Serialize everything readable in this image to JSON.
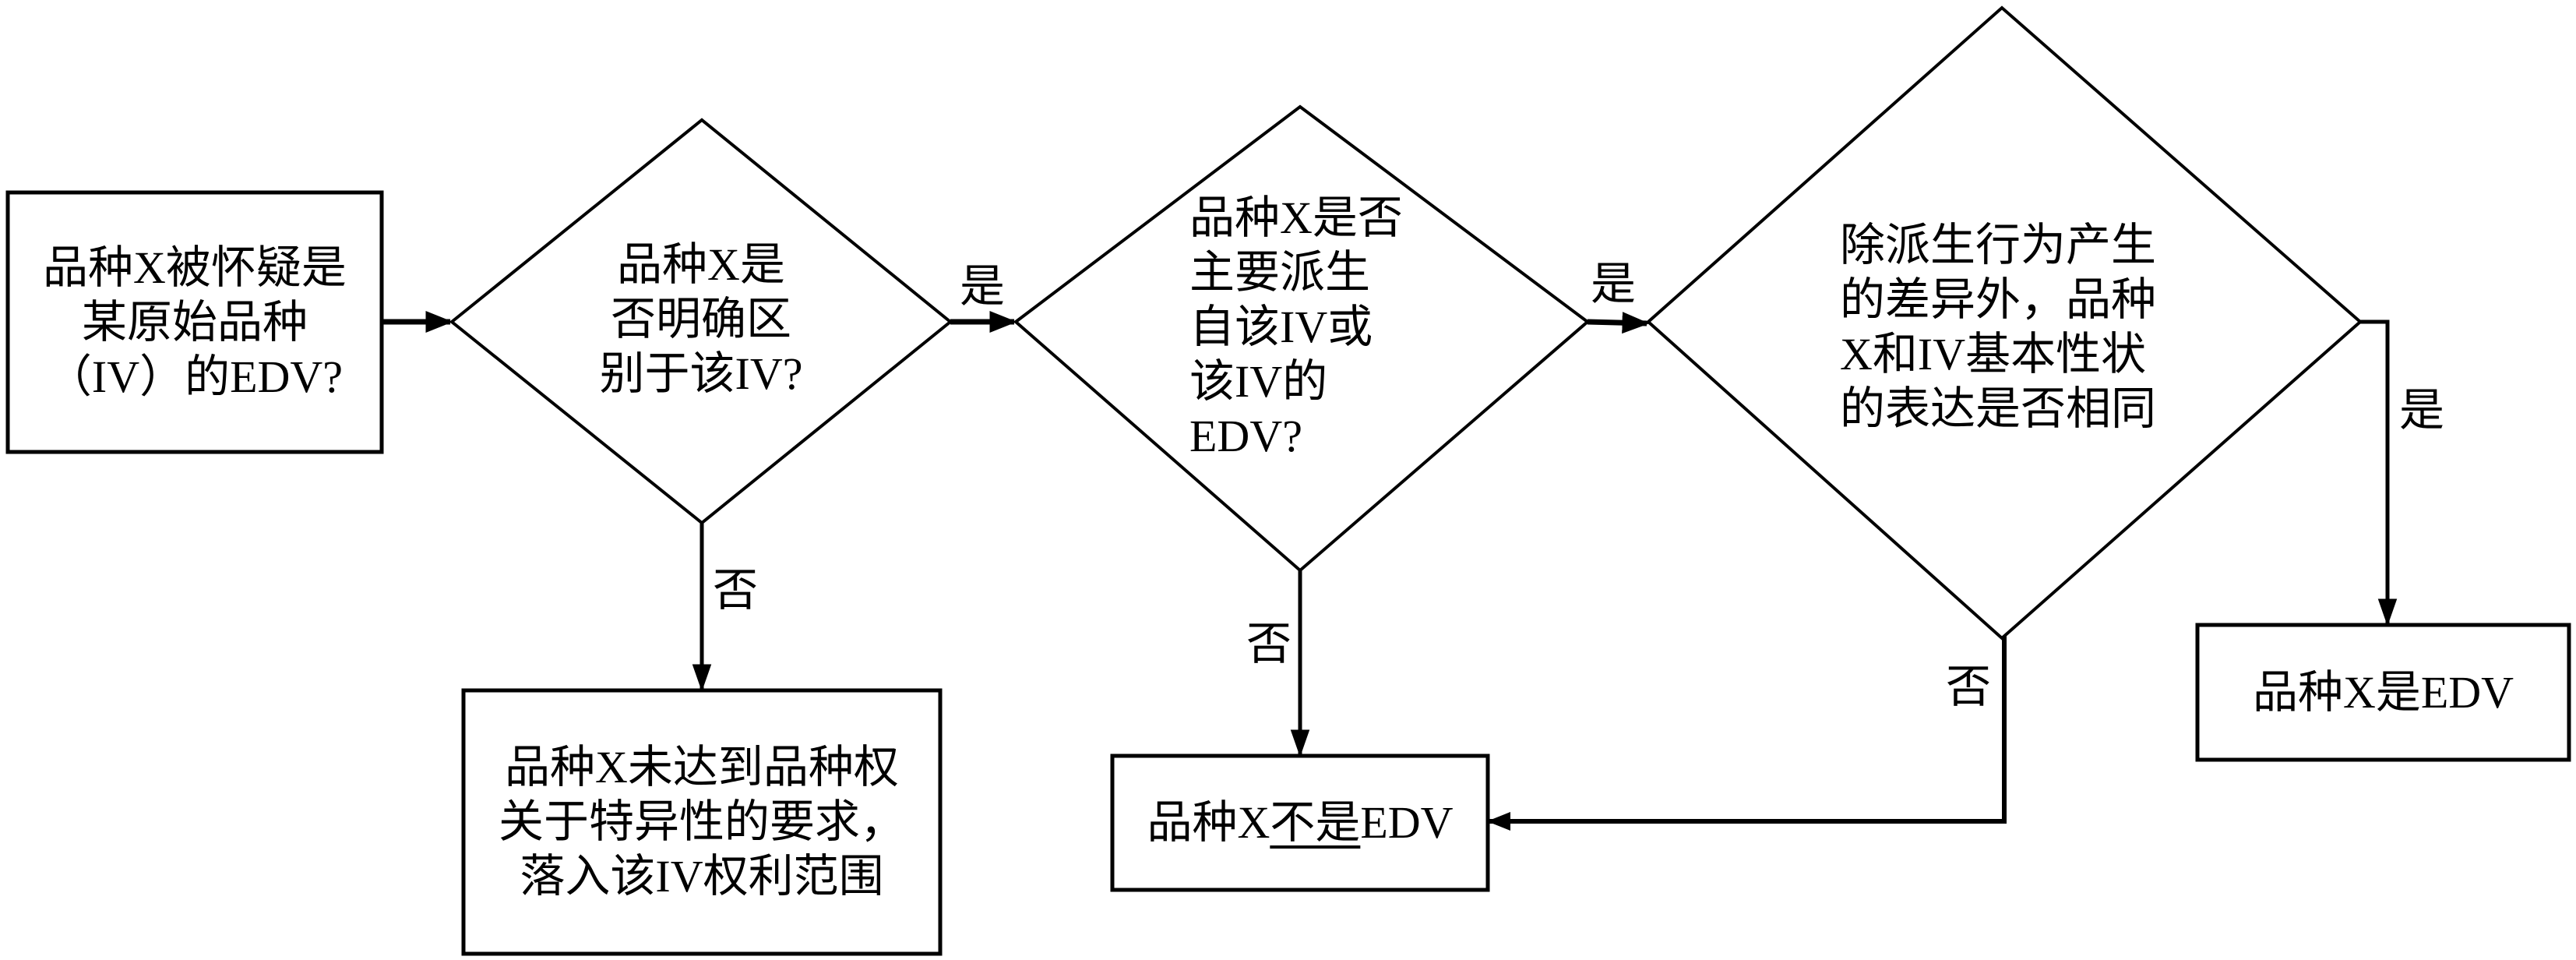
{
  "diagram": {
    "type": "flowchart",
    "nodes": {
      "start": {
        "shape": "rectangle",
        "lines": [
          "品种X被怀疑是",
          "某原始品种",
          "（IV）的EDV?"
        ]
      },
      "q1": {
        "shape": "diamond",
        "lines": [
          "品种X是",
          "否明确区",
          "别于该IV?"
        ]
      },
      "q2": {
        "shape": "diamond",
        "lines": [
          "品种X是否",
          "主要派生",
          "自该IV或",
          "该IV的",
          "EDV?"
        ]
      },
      "q3": {
        "shape": "diamond",
        "lines": [
          "除派生行为产生",
          "的差异外，品种",
          "X和IV基本性状",
          "的表达是否相同"
        ]
      },
      "result_not_distinct": {
        "shape": "rectangle",
        "lines": [
          "品种X未达到品种权",
          "关于特异性的要求，",
          "落入该IV权利范围"
        ]
      },
      "result_not_edv": {
        "shape": "rectangle",
        "prefix": "品种X",
        "underlined": "不是",
        "suffix": "EDV"
      },
      "result_is_edv": {
        "shape": "rectangle",
        "lines": [
          "品种X是EDV"
        ]
      }
    },
    "edges": [
      {
        "from": "start",
        "to": "q1",
        "label": ""
      },
      {
        "from": "q1",
        "to": "q2",
        "label": "是"
      },
      {
        "from": "q1",
        "to": "result_not_distinct",
        "label": "否"
      },
      {
        "from": "q2",
        "to": "q3",
        "label": "是"
      },
      {
        "from": "q2",
        "to": "result_not_edv",
        "label": "否"
      },
      {
        "from": "q3",
        "to": "result_is_edv",
        "label": "是"
      },
      {
        "from": "q3",
        "to": "result_not_edv",
        "label": "否"
      }
    ],
    "colors": {
      "stroke": "#000000",
      "background": "#ffffff",
      "text": "#000000"
    }
  }
}
